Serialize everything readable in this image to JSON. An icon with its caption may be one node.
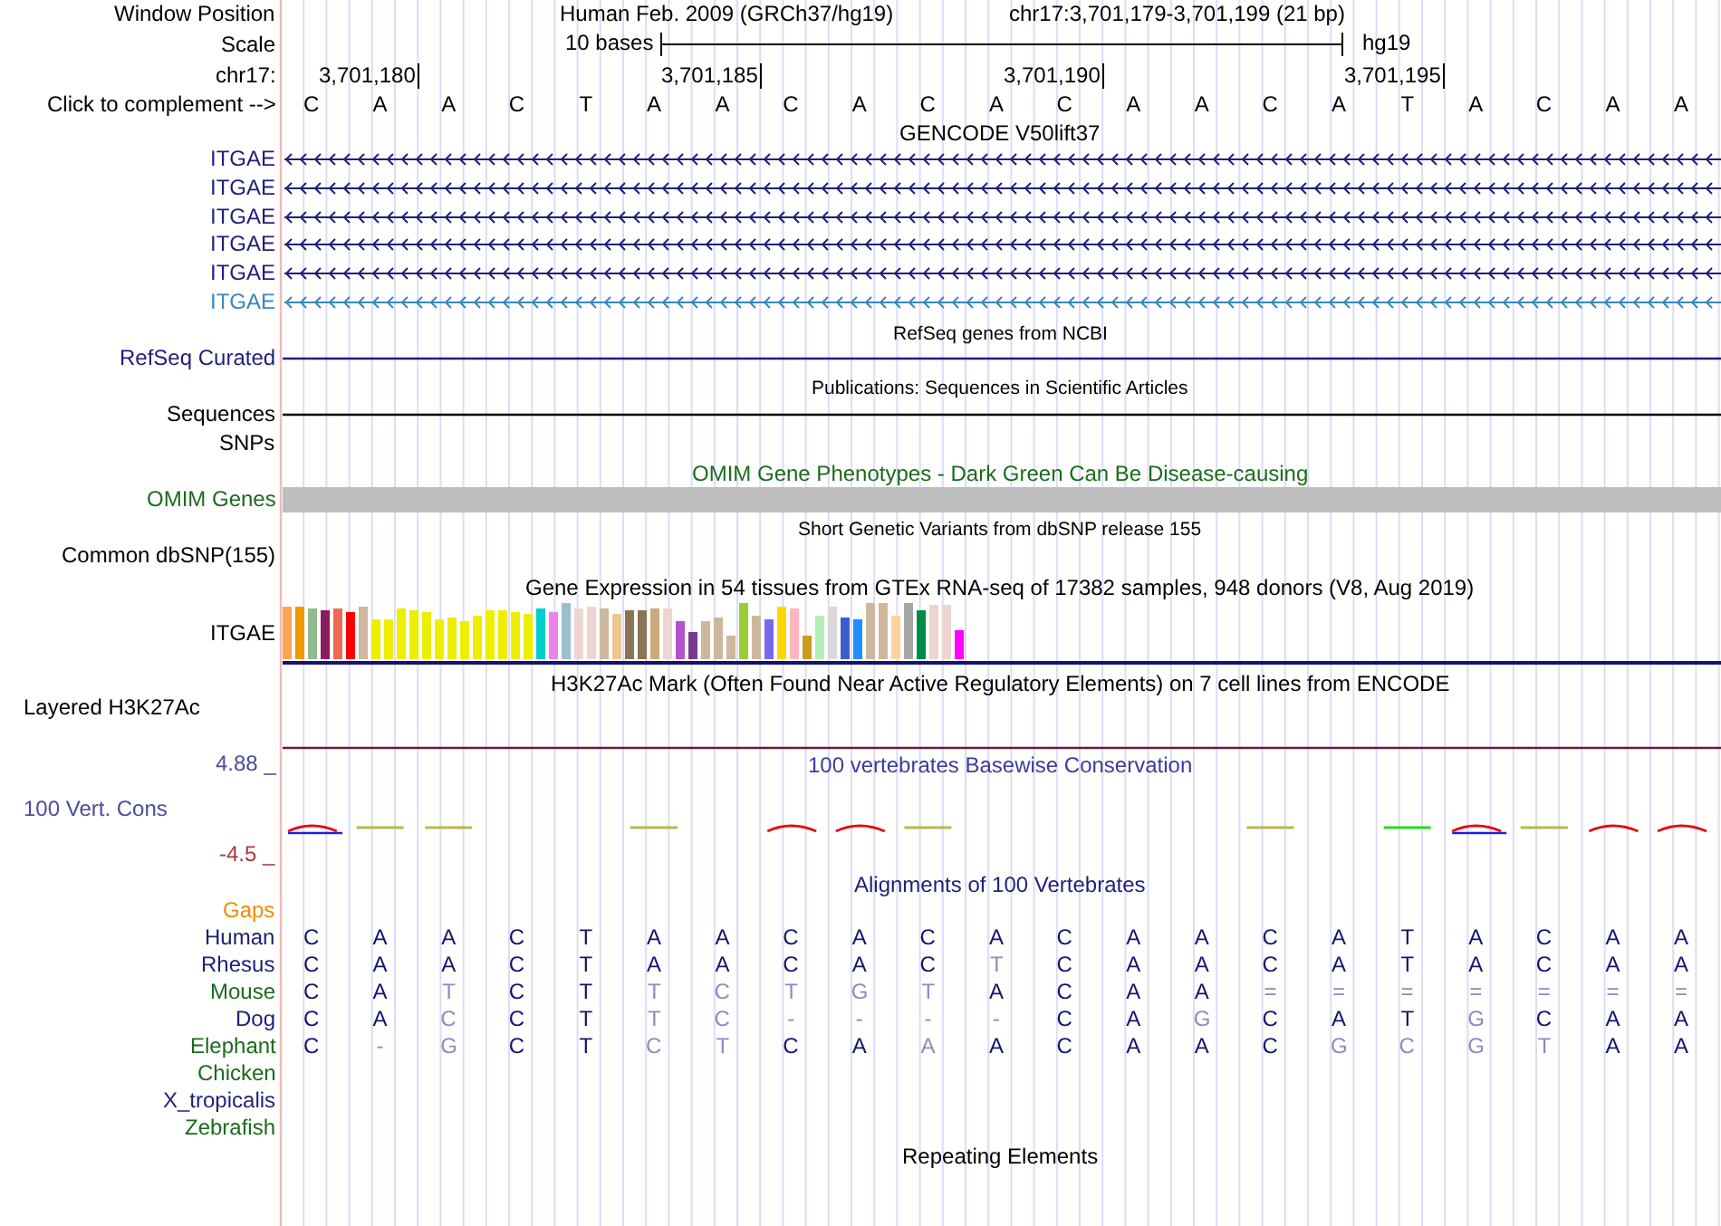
{
  "diagram": {
    "labels": [
      "Window Position",
      "Human Feb. 2009 (GRCh37/hg19)",
      "chr17:3,701,179-3,701,199 (21 bp)",
      "Scale",
      "10 bases",
      "hg19",
      "chr17:",
      "3,701,180",
      "3,701,185",
      "3,701,190",
      "3,701,195",
      "Click to complement -->",
      "C",
      "A",
      "A",
      "C",
      "T",
      "A",
      "A",
      "C",
      "A",
      "C",
      "A",
      "C",
      "A",
      "A",
      "C",
      "A",
      "T",
      "A",
      "C",
      "A",
      "A",
      "GENCODE V50lift37",
      "ITGAE",
      "ITGAE",
      "ITGAE",
      "ITGAE",
      "ITGAE",
      "ITGAE",
      "RefSeq genes from NCBI",
      "RefSeq Curated",
      "Publications: Sequences in Scientific Articles",
      "Sequences",
      "SNPs",
      "OMIM Gene Phenotypes - Dark Green Can Be Disease-causing",
      "OMIM Genes",
      "Short Genetic Variants from dbSNP release 155",
      "Common dbSNP(155)",
      "Gene Expression in 54 tissues from GTEx RNA-seq of 17382 samples, 948 donors (V8, Aug 2019)",
      "ITGAE",
      "H3K27Ac Mark (Often Found Near Active Regulatory Elements) on 7 cell lines from ENCODE",
      "Layered H3K27Ac",
      "4.88 _",
      "100 vertebrates Basewise Conservation",
      "100 Vert. Cons",
      "-4.5 _",
      "Alignments of 100 Vertebrates",
      "Gaps",
      "Human",
      "C",
      "A",
      "A",
      "C",
      "T",
      "A",
      "A",
      "C",
      "A",
      "C",
      "A",
      "C",
      "A",
      "A",
      "C",
      "A",
      "T",
      "A",
      "C",
      "A",
      "A",
      "Rhesus",
      "C",
      "A",
      "A",
      "C",
      "T",
      "A",
      "A",
      "C",
      "A",
      "C",
      "T",
      "C",
      "A",
      "A",
      "C",
      "A",
      "T",
      "A",
      "C",
      "A",
      "A",
      "Mouse",
      "C",
      "A",
      "T",
      "C",
      "T",
      "T",
      "C",
      "T",
      "G",
      "T",
      "A",
      "C",
      "A",
      "A",
      "=",
      "=",
      "=",
      "=",
      "=",
      "=",
      "=",
      "Dog",
      "C",
      "A",
      "C",
      "C",
      "T",
      "T",
      "C",
      "-",
      "-",
      "-",
      "-",
      "C",
      "A",
      "G",
      "C",
      "A",
      "T",
      "G",
      "C",
      "A",
      "A",
      "Elephant",
      "C",
      "-",
      "G",
      "C",
      "T",
      "C",
      "T",
      "C",
      "A",
      "A",
      "A",
      "C",
      "A",
      "A",
      "C",
      "G",
      "C",
      "G",
      "T",
      "A",
      "A",
      "Chicken",
      "X_tropicalis",
      "Zebrafish",
      "Repeating Elements"
    ]
  }
}
